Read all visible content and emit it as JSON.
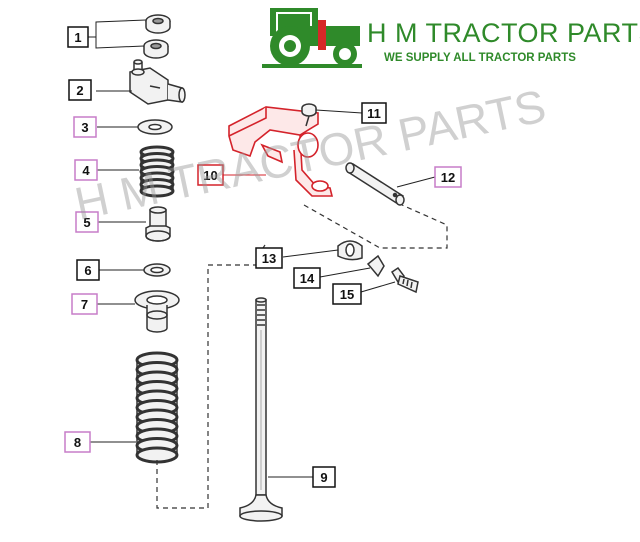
{
  "brand": {
    "name": "H M TRACTOR PARTS",
    "tagline": "WE SUPPLY ALL TRACTOR PARTS",
    "color": "#2f8a2a",
    "logo_accent": "#d62828"
  },
  "watermark": "H M TRACTOR PARTS",
  "callouts": [
    {
      "id": "callout-1",
      "label": "1",
      "style": "black"
    },
    {
      "id": "callout-2",
      "label": "2",
      "style": "black"
    },
    {
      "id": "callout-3",
      "label": "3",
      "style": "pink"
    },
    {
      "id": "callout-4",
      "label": "4",
      "style": "pink"
    },
    {
      "id": "callout-5",
      "label": "5",
      "style": "pink"
    },
    {
      "id": "callout-6",
      "label": "6",
      "style": "black"
    },
    {
      "id": "callout-7",
      "label": "7",
      "style": "pink"
    },
    {
      "id": "callout-8",
      "label": "8",
      "style": "pink"
    },
    {
      "id": "callout-9",
      "label": "9",
      "style": "black"
    },
    {
      "id": "callout-10",
      "label": "10",
      "style": "red"
    },
    {
      "id": "callout-11",
      "label": "11",
      "style": "black"
    },
    {
      "id": "callout-12",
      "label": "12",
      "style": "pink"
    },
    {
      "id": "callout-13",
      "label": "13",
      "style": "black"
    },
    {
      "id": "callout-14",
      "label": "14",
      "style": "black"
    },
    {
      "id": "callout-15",
      "label": "15",
      "style": "black"
    }
  ],
  "colors": {
    "black": "#111111",
    "pink": "#c77dc9",
    "red": "#d4232b",
    "part_stroke": "#333333",
    "part_fill": "#f2f2f2"
  }
}
